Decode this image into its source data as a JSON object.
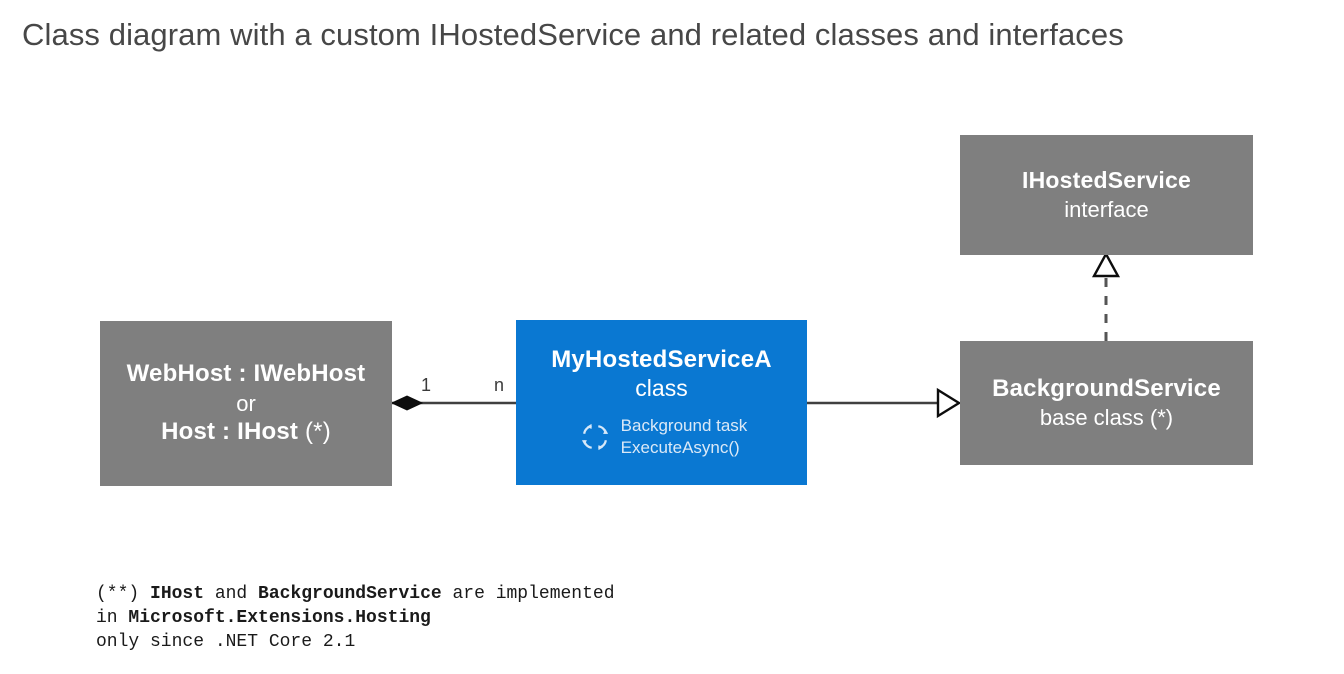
{
  "page": {
    "title": "Class diagram with a custom IHostedService and related classes and interfaces",
    "background_color": "#ffffff",
    "title_color": "#474747"
  },
  "colors": {
    "gray_box": "#7f7f7f",
    "blue_box": "#0a78d2",
    "edge": "#404040",
    "box_text": "#ffffff",
    "muted_box_text": "#dbe9f7"
  },
  "diagram": {
    "type": "uml-class-diagram",
    "nodes": [
      {
        "id": "webhost",
        "kind": "class",
        "fill": "#7f7f7f",
        "title_line1": "WebHost : IWebHost",
        "middle": "or",
        "title_line2": "Host : IHost",
        "title_line2_suffix": " (*)"
      },
      {
        "id": "myhostedservicea",
        "kind": "class",
        "fill": "#0a78d2",
        "title": "MyHostedServiceA",
        "stereotype": "class",
        "icon": "background-task-cycle-icon",
        "detail_line1": "Background task",
        "detail_line2": "ExecuteAsync()"
      },
      {
        "id": "ihostedservice",
        "kind": "interface",
        "fill": "#7f7f7f",
        "title": "IHostedService",
        "stereotype": "interface"
      },
      {
        "id": "backgroundservice",
        "kind": "base-class",
        "fill": "#7f7f7f",
        "title": "BackgroundService",
        "stereotype": "base class (*)"
      }
    ],
    "edges": [
      {
        "id": "composition-webhost-myhostedservicea",
        "from": "webhost",
        "to": "myhostedservicea",
        "relation": "composition",
        "source_marker": "filled-diamond",
        "source_multiplicity": "1",
        "target_multiplicity": "n",
        "style": "solid"
      },
      {
        "id": "generalization-myhostedservicea-backgroundservice",
        "from": "myhostedservicea",
        "to": "backgroundservice",
        "relation": "generalization",
        "target_marker": "hollow-triangle",
        "style": "solid"
      },
      {
        "id": "realization-backgroundservice-ihostedservice",
        "from": "backgroundservice",
        "to": "ihostedservice",
        "relation": "realization",
        "target_marker": "hollow-triangle",
        "style": "dashed"
      }
    ]
  },
  "footnote": {
    "line1_a": "(**) ",
    "line1_b": "IHost",
    "line1_c": " and ",
    "line1_d": "BackgroundService",
    "line1_e": " are implemented",
    "line2_a": "in ",
    "line2_b": "Microsoft.Extensions.Hosting",
    "line3": "only since .NET Core 2.1"
  }
}
